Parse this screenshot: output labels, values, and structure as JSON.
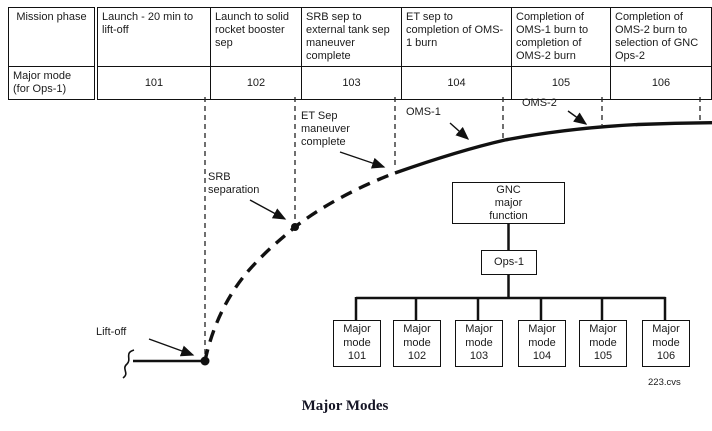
{
  "table": {
    "corner_header": "Mission phase",
    "mode_row_header": "Major mode (for Ops-1)",
    "columns": [
      {
        "phase": "Launch - 20 min to lift-off",
        "mode": "101"
      },
      {
        "phase": "Launch to solid rocket booster sep",
        "mode": "102"
      },
      {
        "phase": "SRB sep to external tank sep maneuver complete",
        "mode": "103"
      },
      {
        "phase": "ET sep to completion of OMS-1 burn",
        "mode": "104"
      },
      {
        "phase": "Completion of OMS-1 burn to completion of OMS-2 burn",
        "mode": "105"
      },
      {
        "phase": "Completion of OMS-2 burn to selection of GNC Ops-2",
        "mode": "106"
      }
    ]
  },
  "trajectory_labels": {
    "lift_off": "Lift-off",
    "srb_separation": "SRB separation",
    "et_sep_maneuver_complete": "ET Sep maneuver complete",
    "oms1": "OMS-1",
    "oms2": "OMS-2"
  },
  "tree": {
    "root": "GNC major function",
    "ops": "Ops-1",
    "modes": [
      "Major mode 101",
      "Major mode 102",
      "Major mode 103",
      "Major mode 104",
      "Major mode 105",
      "Major mode 106"
    ]
  },
  "caption": "Major Modes",
  "figure_id": "223.cvs",
  "colors": {
    "ink": "#1b1b1b",
    "background": "#ffffff"
  }
}
